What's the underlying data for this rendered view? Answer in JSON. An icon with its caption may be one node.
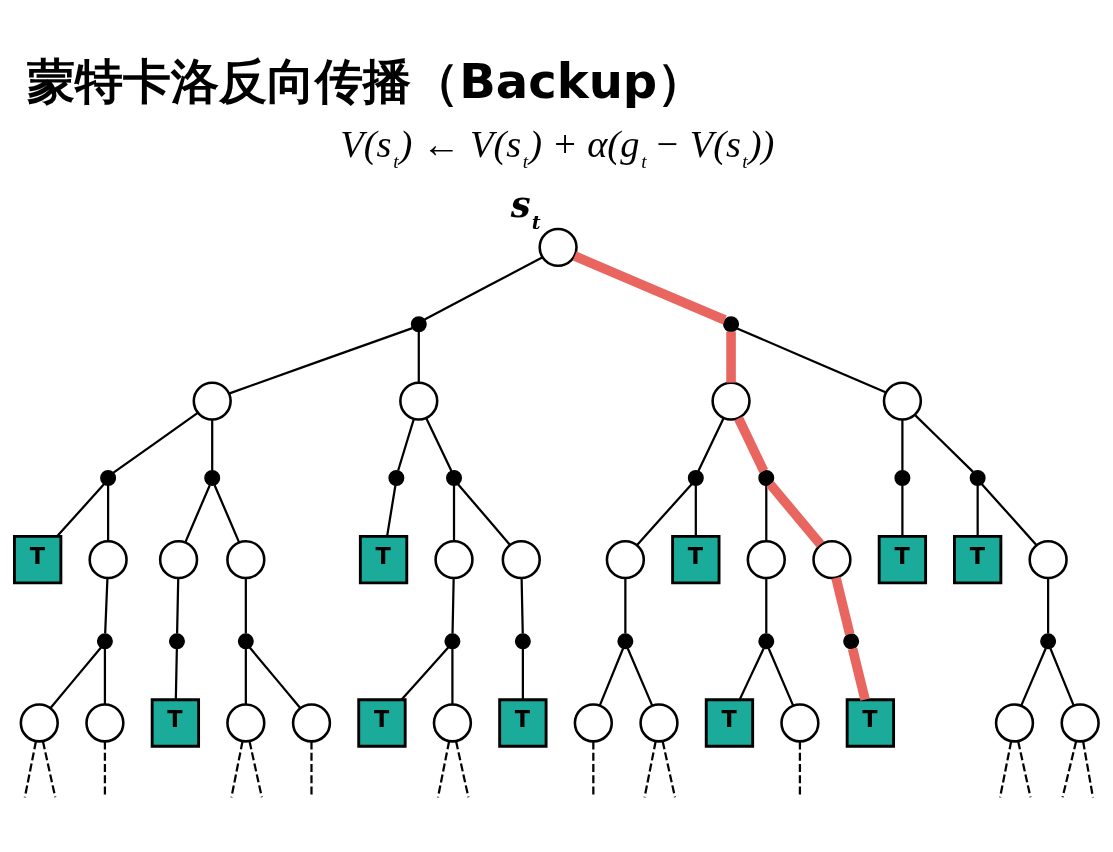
{
  "diagram": {
    "title": "蒙特卡洛反向传播（Backup）",
    "nodes": [
      {
        "text": [],
        "shape": "circle",
        "beside": [
          "s$_{t}$"
        ]
      },
      {
        "text": [],
        "shape": "dot"
      },
      {
        "text": [],
        "shape": "dot"
      },
      {
        "text": [],
        "shape": "circle"
      },
      {
        "text": [],
        "shape": "circle"
      },
      {
        "text": [],
        "shape": "circle"
      },
      {
        "text": [],
        "shape": "circle"
      },
      {
        "text": [],
        "shape": "dot"
      },
      {
        "text": [],
        "shape": "dot"
      },
      {
        "text": [],
        "shape": "dot"
      },
      {
        "text": [],
        "shape": "dot"
      },
      {
        "text": [],
        "shape": "dot"
      },
      {
        "text": [],
        "shape": "dot"
      },
      {
        "text": [],
        "shape": "dot"
      },
      {
        "text": [],
        "shape": "dot"
      },
      {
        "text": [
          "T"
        ]
      },
      {
        "text": [],
        "shape": "circle"
      },
      {
        "text": [],
        "shape": "circle"
      },
      {
        "text": [],
        "shape": "circle"
      },
      {
        "text": [
          "T"
        ]
      },
      {
        "text": [],
        "shape": "circle"
      },
      {
        "text": [],
        "shape": "circle"
      },
      {
        "text": [],
        "shape": "circle"
      },
      {
        "text": [
          "T"
        ]
      },
      {
        "text": [],
        "shape": "circle"
      },
      {
        "text": [],
        "shape": "circle"
      },
      {
        "text": [
          "T"
        ]
      },
      {
        "text": [
          "T"
        ]
      },
      {
        "text": [],
        "shape": "circle"
      },
      {
        "text": [],
        "shape": "dot"
      },
      {
        "text": [],
        "shape": "dot"
      },
      {
        "text": [],
        "shape": "dot"
      },
      {
        "text": [],
        "shape": "dot"
      },
      {
        "text": [],
        "shape": "dot"
      },
      {
        "text": [],
        "shape": "dot"
      },
      {
        "text": [],
        "shape": "dot"
      },
      {
        "text": [],
        "shape": "dot"
      },
      {
        "text": [],
        "shape": "dot"
      },
      {
        "text": [],
        "shape": "circle"
      },
      {
        "text": [],
        "shape": "circle"
      },
      {
        "text": [
          "T"
        ]
      },
      {
        "text": [],
        "shape": "circle"
      },
      {
        "text": [],
        "shape": "circle"
      },
      {
        "text": [
          "T"
        ]
      },
      {
        "text": [],
        "shape": "circle"
      },
      {
        "text": [
          "T"
        ]
      },
      {
        "text": [],
        "shape": "circle"
      },
      {
        "text": [],
        "shape": "circle"
      },
      {
        "text": [
          "T"
        ]
      },
      {
        "text": [],
        "shape": "circle"
      },
      {
        "text": [
          "T"
        ]
      },
      {
        "text": [],
        "shape": "circle"
      },
      {
        "text": [],
        "shape": "circle"
      }
    ],
    "edges": [
      {
        "from": 0,
        "to": 1,
        "arrow": "none"
      },
      {
        "from": 0,
        "to": 2,
        "arrow": "none",
        "style": "thick",
        "color": "#e8665f"
      },
      {
        "from": 1,
        "to": 3,
        "arrow": "none"
      },
      {
        "from": 1,
        "to": 4,
        "arrow": "none"
      },
      {
        "from": 2,
        "to": 5,
        "arrow": "none",
        "style": "thick",
        "color": "#e8665f"
      },
      {
        "from": 2,
        "to": 6,
        "arrow": "none"
      },
      {
        "from": 3,
        "to": 7,
        "arrow": "none"
      },
      {
        "from": 3,
        "to": 8,
        "arrow": "none"
      },
      {
        "from": 4,
        "to": 9,
        "arrow": "none"
      },
      {
        "from": 4,
        "to": 10,
        "arrow": "none"
      },
      {
        "from": 5,
        "to": 11,
        "arrow": "none"
      },
      {
        "from": 5,
        "to": 12,
        "arrow": "none",
        "style": "thick",
        "color": "#e8665f"
      },
      {
        "from": 6,
        "to": 13,
        "arrow": "none"
      },
      {
        "from": 6,
        "to": 14,
        "arrow": "none"
      },
      {
        "from": 7,
        "to": 15,
        "arrow": "none"
      },
      {
        "from": 7,
        "to": 16,
        "arrow": "none"
      },
      {
        "from": 8,
        "to": 17,
        "arrow": "none"
      },
      {
        "from": 8,
        "to": 18,
        "arrow": "none"
      },
      {
        "from": 9,
        "to": 19,
        "arrow": "none"
      },
      {
        "from": 10,
        "to": 20,
        "arrow": "none"
      },
      {
        "from": 10,
        "to": 21,
        "arrow": "none"
      },
      {
        "from": 11,
        "to": 22,
        "arrow": "none"
      },
      {
        "from": 11,
        "to": 23,
        "arrow": "none"
      },
      {
        "from": 12,
        "to": 24,
        "arrow": "none"
      },
      {
        "from": 12,
        "to": 25,
        "arrow": "none",
        "style": "thick",
        "color": "#e8665f"
      },
      {
        "from": 13,
        "to": 26,
        "arrow": "none"
      },
      {
        "from": 14,
        "to": 27,
        "arrow": "none"
      },
      {
        "from": 14,
        "to": 28,
        "arrow": "none"
      },
      {
        "from": 16,
        "to": 29,
        "arrow": "none"
      },
      {
        "from": 17,
        "to": 30,
        "arrow": "none"
      },
      {
        "from": 18,
        "to": 31,
        "arrow": "none"
      },
      {
        "from": 20,
        "to": 32,
        "arrow": "none"
      },
      {
        "from": 21,
        "to": 33,
        "arrow": "none"
      },
      {
        "from": 22,
        "to": 34,
        "arrow": "none"
      },
      {
        "from": 24,
        "to": 35,
        "arrow": "none"
      },
      {
        "from": 25,
        "to": 36,
        "arrow": "none",
        "style": "thick",
        "color": "#e8665f"
      },
      {
        "from": 28,
        "to": 37,
        "arrow": "none"
      },
      {
        "from": 29,
        "to": 38,
        "arrow": "none"
      },
      {
        "from": 29,
        "to": 39,
        "arrow": "none"
      },
      {
        "from": 30,
        "to": 40,
        "arrow": "none"
      },
      {
        "from": 31,
        "to": 41,
        "arrow": "none"
      },
      {
        "from": 31,
        "to": 42,
        "arrow": "none"
      },
      {
        "from": 32,
        "to": 43,
        "arrow": "none"
      },
      {
        "from": 32,
        "to": 44,
        "arrow": "none"
      },
      {
        "from": 33,
        "to": 45,
        "arrow": "none"
      },
      {
        "from": 34,
        "to": 46,
        "arrow": "none"
      },
      {
        "from": 34,
        "to": 47,
        "arrow": "none"
      },
      {
        "from": 35,
        "to": 48,
        "arrow": "none"
      },
      {
        "from": 35,
        "to": 49,
        "arrow": "none"
      },
      {
        "from": 36,
        "to": 50,
        "arrow": "none",
        "style": "thick",
        "color": "#e8665f"
      },
      {
        "from": 37,
        "to": 51,
        "arrow": "none"
      },
      {
        "from": 37,
        "to": 52,
        "arrow": "none"
      },
      {
        "from": 38,
        "to": null,
        "arrow": "none",
        "style": "dashed"
      },
      {
        "from": 38,
        "to": null,
        "arrow": "none",
        "style": "dashed"
      },
      {
        "from": 39,
        "to": null,
        "arrow": "none",
        "style": "dashed"
      },
      {
        "from": 41,
        "to": null,
        "arrow": "none",
        "style": "dashed"
      },
      {
        "from": 41,
        "to": null,
        "arrow": "none",
        "style": "dashed"
      },
      {
        "from": 42,
        "to": null,
        "arrow": "none",
        "style": "dashed"
      },
      {
        "from": 44,
        "to": null,
        "arrow": "none",
        "style": "dashed"
      },
      {
        "from": 44,
        "to": null,
        "arrow": "none",
        "style": "dashed"
      },
      {
        "from": 46,
        "to": null,
        "arrow": "none",
        "style": "dashed"
      },
      {
        "from": 47,
        "to": null,
        "arrow": "none",
        "style": "dashed"
      },
      {
        "from": 47,
        "to": null,
        "arrow": "none",
        "style": "dashed"
      },
      {
        "from": 49,
        "to": null,
        "arrow": "none",
        "style": "dashed"
      },
      {
        "from": 51,
        "to": null,
        "arrow": "none",
        "style": "dashed"
      },
      {
        "from": 51,
        "to": null,
        "arrow": "none",
        "style": "dashed"
      },
      {
        "from": 52,
        "to": null,
        "arrow": "none",
        "style": "dashed"
      },
      {
        "from": 52,
        "to": null,
        "arrow": "none",
        "style": "dashed"
      }
    ],
    "labels": [
      "V(s$_{t}$) ← V(s$_{t}$) + α(g$_{t}$ − V(s$_{t}$))"
    ]
  }
}
